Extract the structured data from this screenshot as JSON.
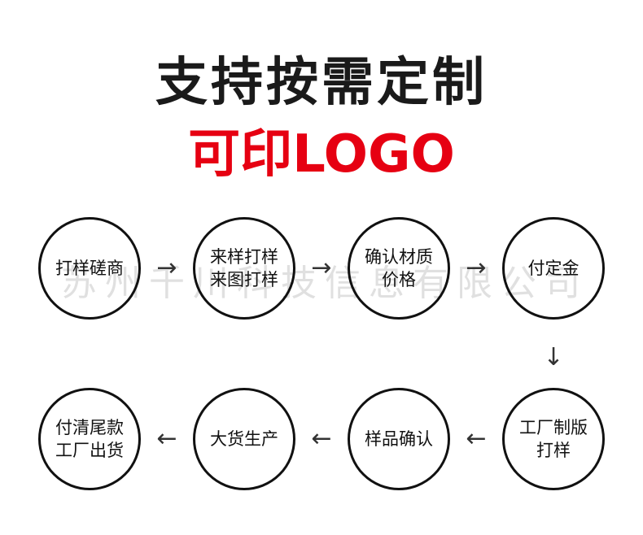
{
  "title": "支持按需定制",
  "subtitle": "可印LOGO",
  "watermark": "苏州千川科技信息有限公司",
  "steps": [
    {
      "l1": "打样磋商",
      "l2": ""
    },
    {
      "l1": "来样打样",
      "l2": "来图打样"
    },
    {
      "l1": "确认材质",
      "l2": "价格"
    },
    {
      "l1": "付定金",
      "l2": ""
    },
    {
      "l1": "工厂制版",
      "l2": "打样"
    },
    {
      "l1": "样品确认",
      "l2": ""
    },
    {
      "l1": "大货生产",
      "l2": ""
    },
    {
      "l1": "付清尾款",
      "l2": "工厂出货"
    }
  ],
  "arrows": {
    "right": "→",
    "down": "↓",
    "left": "←"
  }
}
